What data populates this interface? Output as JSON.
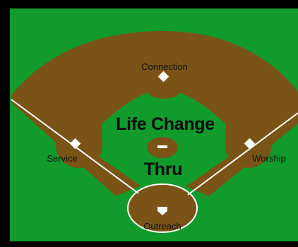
{
  "diagram": {
    "headline_line1": "Life Change",
    "headline_line2": "Thru",
    "bases": {
      "second": "Connection",
      "first": "Worship",
      "third": "Service",
      "home": "Outreach"
    }
  },
  "colors": {
    "background": "#000000",
    "grass": "#119b2c",
    "dirt": "#7a5416",
    "chalk": "#ffffff",
    "text": "#111111"
  }
}
